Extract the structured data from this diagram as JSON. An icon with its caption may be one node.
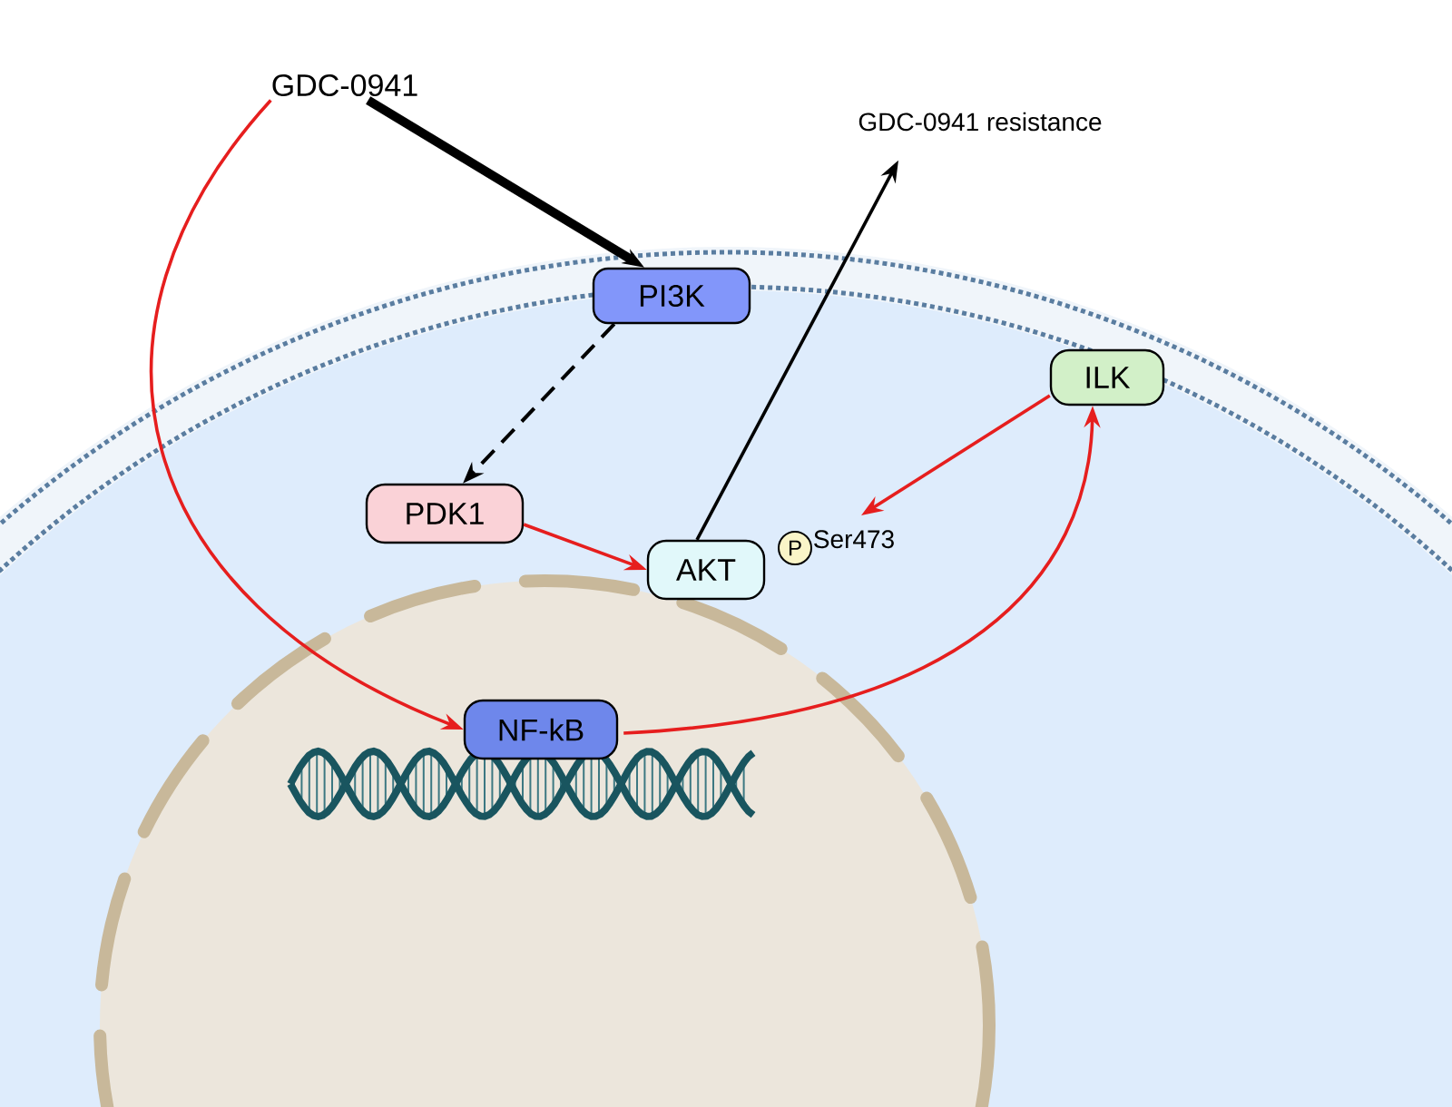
{
  "diagram": {
    "nodes": [
      {
        "text": [
          "GDC-0941"
        ]
      },
      {
        "text": [
          "PI3K"
        ]
      },
      {
        "text": [
          "GDC-0941 resistance"
        ]
      },
      {
        "text": [
          "ILK"
        ]
      },
      {
        "text": [
          "PDK1"
        ]
      },
      {
        "text": [
          "AKT"
        ]
      },
      {
        "text": [
          "P"
        ],
        "beside": [
          "Ser473"
        ]
      },
      {
        "text": [
          "NF-kB"
        ]
      }
    ],
    "edges": [
      {
        "from": 0,
        "to": 1,
        "arrow": "to",
        "style": "thick",
        "color": "#000000"
      },
      {
        "from": 1,
        "to": 4,
        "arrow": "to",
        "style": "dashed",
        "color": "#000000"
      },
      {
        "from": 4,
        "to": 5,
        "arrow": "to"
      },
      {
        "from": 5,
        "to": 2,
        "arrow": "to",
        "color": "#000000"
      },
      {
        "from": 3,
        "to": 6,
        "arrow": "to"
      },
      {
        "from": 0,
        "to": 7,
        "arrow": "to"
      },
      {
        "from": 7,
        "to": 3,
        "arrow": "to"
      }
    ]
  }
}
